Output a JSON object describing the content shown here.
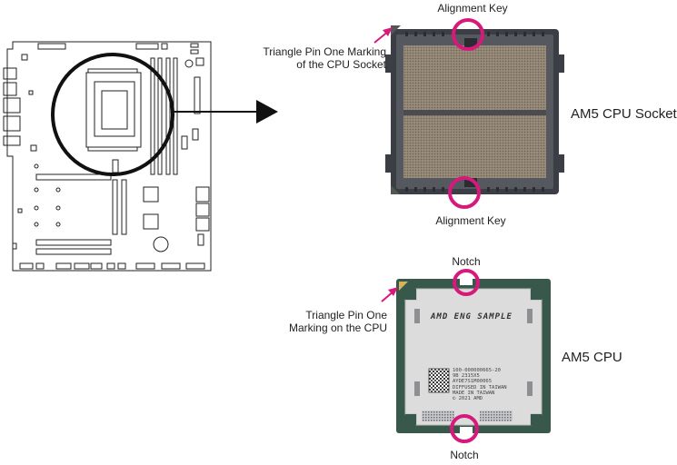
{
  "socket": {
    "top_key_label": "Alignment Key",
    "bottom_key_label": "Alignment Key",
    "pin_label_line1": "Triangle Pin One Marking",
    "pin_label_line2": "of the CPU Socket",
    "title": "AM5 CPU Socket"
  },
  "cpu": {
    "top_notch_label": "Notch",
    "bottom_notch_label": "Notch",
    "pin_label_line1": "Triangle Pin One",
    "pin_label_line2": "Marking on the CPU",
    "title": "AM5 CPU",
    "chip_text": "AMD ENG SAMPLE",
    "small_text": [
      "100-000000665-20",
      "9B  2315X5",
      "AYDE7S1M00065",
      "DIFFUSED IN TAIWAN",
      "MADE IN TAIWAN",
      "© 2021 AMD"
    ]
  },
  "colors": {
    "accent": "#d6197a",
    "socket_frame": "#3c3e45",
    "pins": "#8f8272",
    "cpu_substrate": "#38584c",
    "ihs": "#dcdcdc"
  }
}
